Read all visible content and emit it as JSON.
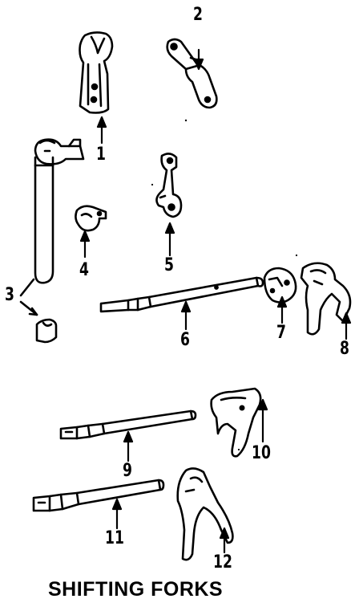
{
  "title": "SHIFTING FORKS",
  "callouts": [
    "1",
    "2",
    "3",
    "4",
    "5",
    "6",
    "7",
    "8",
    "9",
    "10",
    "11",
    "12"
  ]
}
